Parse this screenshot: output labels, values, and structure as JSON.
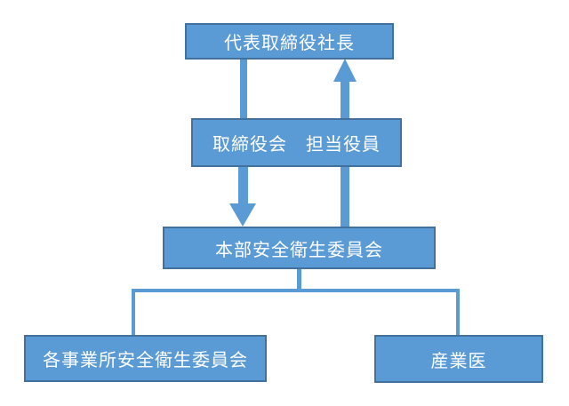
{
  "colors": {
    "background": "#FFFFFF",
    "node_fill": "#5B9BD5",
    "node_border": "#41719C",
    "connector": "#5B9BD5",
    "text": "#FFFFFF"
  },
  "diagram": {
    "type": "org-chart",
    "nodes": [
      {
        "id": "president",
        "label": "代表取締役社長"
      },
      {
        "id": "board",
        "label": "取締役会　担当役員"
      },
      {
        "id": "hq_committee",
        "label": "本部安全衛生委員会"
      },
      {
        "id": "site_committees",
        "label": "各事業所安全衛生委員会"
      },
      {
        "id": "industrial_physician",
        "label": "産業医"
      }
    ],
    "edges": [
      {
        "from": "president",
        "to": "board",
        "type": "thick-line",
        "arrow": "none"
      },
      {
        "from": "board",
        "to": "hq_committee",
        "type": "thick-arrow",
        "arrow": "down"
      },
      {
        "from": "hq_committee",
        "to": "president",
        "type": "thick-arrow",
        "arrow": "up"
      },
      {
        "from": "hq_committee",
        "to": "site_committees",
        "type": "thin-elbow-line",
        "arrow": "none"
      },
      {
        "from": "hq_committee",
        "to": "industrial_physician",
        "type": "thin-elbow-line",
        "arrow": "none"
      }
    ]
  }
}
